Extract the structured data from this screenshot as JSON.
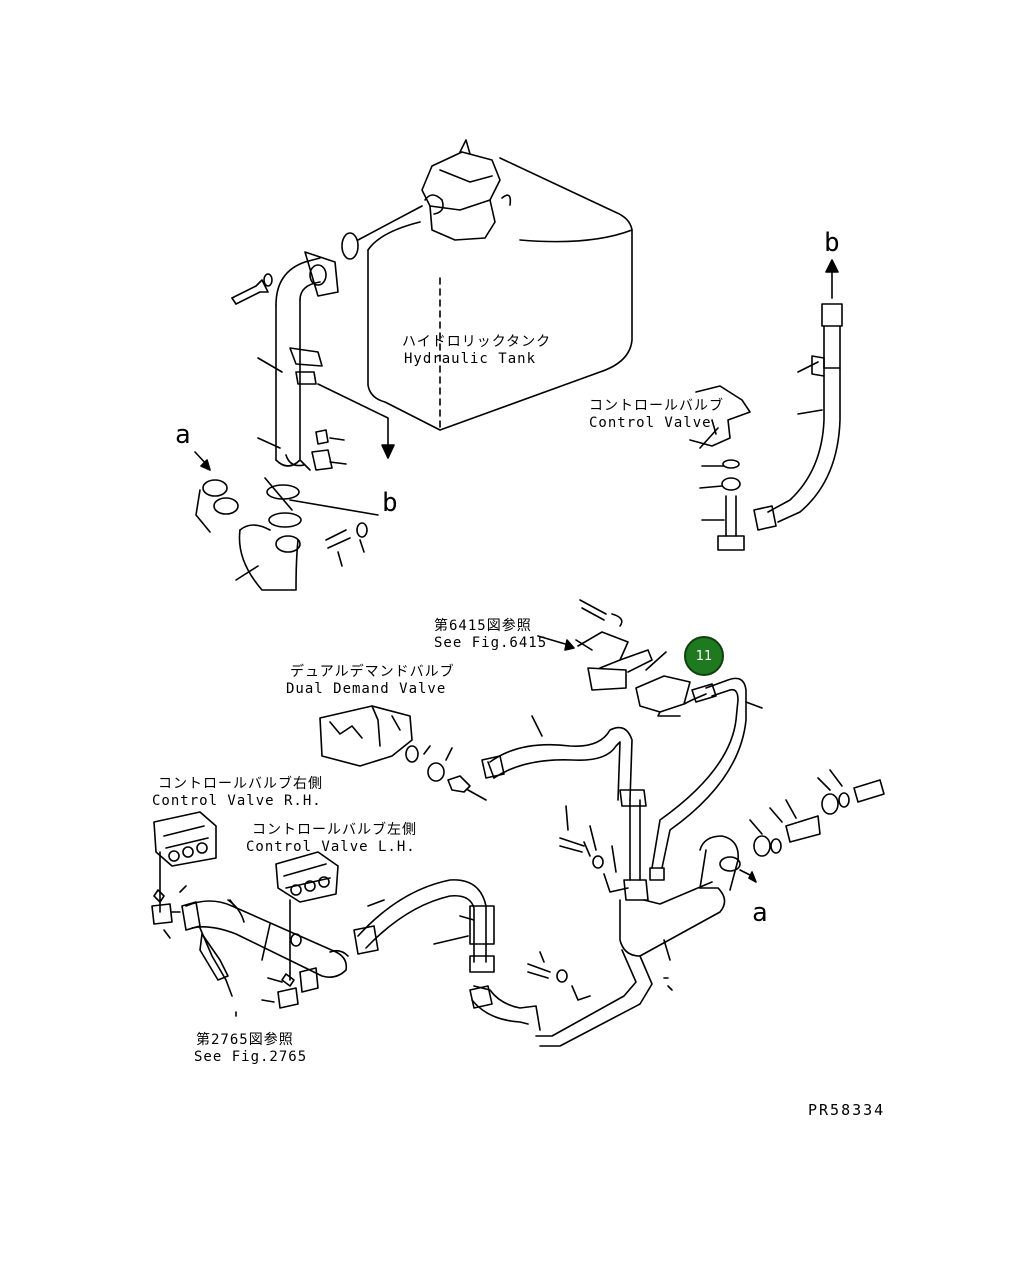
{
  "labels": {
    "hydraulic_tank_jp": "ハイドロリックタンク",
    "hydraulic_tank_en": "Hydraulic Tank",
    "control_valve_jp": "コントロールバルブ",
    "control_valve_en": "Control Valve",
    "see_fig_6415_jp": "第6415図参照",
    "see_fig_6415_en": "See Fig.6415",
    "dual_demand_jp": "デュアルデマンドバルブ",
    "dual_demand_en": "Dual Demand Valve",
    "cv_rh_jp": "コントロールバルブ右側",
    "cv_rh_en": "Control Valve R.H.",
    "cv_lh_jp": "コントロールバルブ左側",
    "cv_lh_en": "Control Valve L.H.",
    "see_fig_2765_jp": "第2765図参照",
    "see_fig_2765_en": "See Fig.2765",
    "ref_a1": "a",
    "ref_b1": "b",
    "ref_b2": "b",
    "ref_a2": "a",
    "drawing_number": "PR58334"
  },
  "callout": {
    "number": "11",
    "color": "#1f7a1f"
  }
}
